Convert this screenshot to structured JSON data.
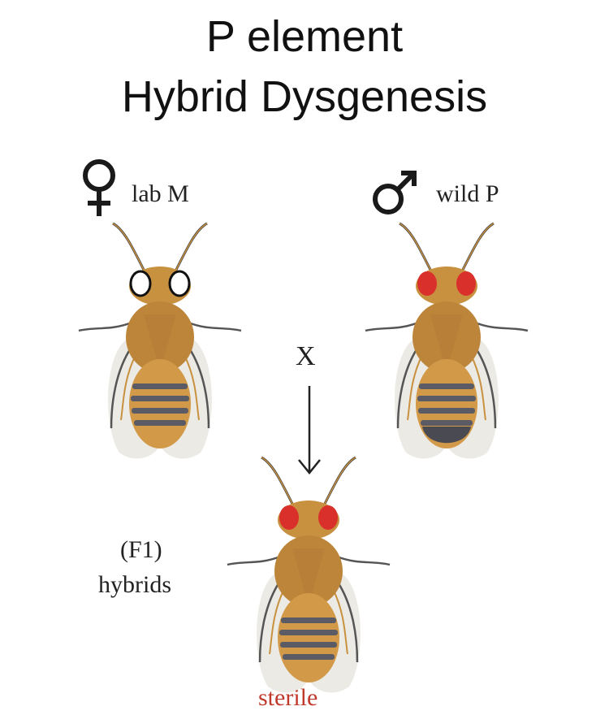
{
  "title": {
    "line1": "P element",
    "line2": "Hybrid Dysgenesis"
  },
  "female": {
    "symbol": "venus-icon",
    "label": "lab M",
    "eye_color": "white"
  },
  "male": {
    "symbol": "mars-icon",
    "label": "wild P",
    "eye_color": "red"
  },
  "cross_symbol": "X",
  "offspring": {
    "label_line1": "(F1)",
    "label_line2": "hybrids",
    "outcome": "sterile",
    "eye_color": "red"
  },
  "colors": {
    "outcome": "#c0392b",
    "body": "#c8913f",
    "stripe": "#5b5b66",
    "red_eye": "#d9302c"
  }
}
